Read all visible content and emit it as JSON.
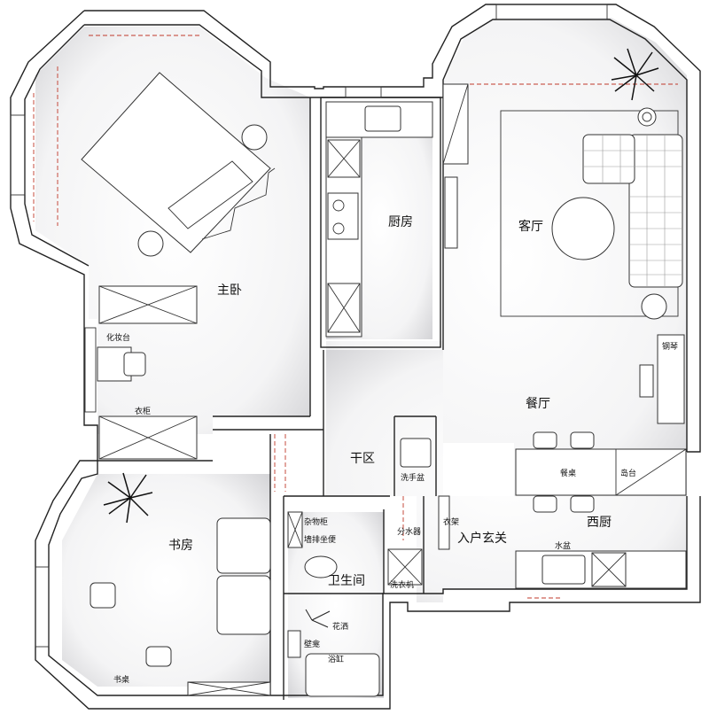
{
  "plan": {
    "rooms": {
      "master_bedroom": "主卧",
      "kitchen": "厨房",
      "living_room": "客厅",
      "dining_room": "餐厅",
      "dry_area": "干区",
      "study": "书房",
      "bathroom": "卫生间",
      "entrance": "入户玄关",
      "western_kitchen": "西厨"
    },
    "labels": {
      "vanity": "化妆台",
      "wardrobe": "衣柜",
      "piano": "钢琴",
      "dining_table": "餐桌",
      "island": "岛台",
      "wash_basin": "洗手盆",
      "storage_cabinet": "杂物柜",
      "wall_toilet": "墙排坐便",
      "water_distributor": "分水器",
      "coat_rack": "衣架",
      "washing_machine": "洗衣机",
      "sink": "水盆",
      "shower": "花洒",
      "niche": "壁龛",
      "bathtub": "浴缸",
      "desk": "书桌"
    },
    "colors": {
      "wall": "#222222",
      "floor_shadow": "#cfcfd2",
      "accent_dash": "#c0392b"
    }
  }
}
